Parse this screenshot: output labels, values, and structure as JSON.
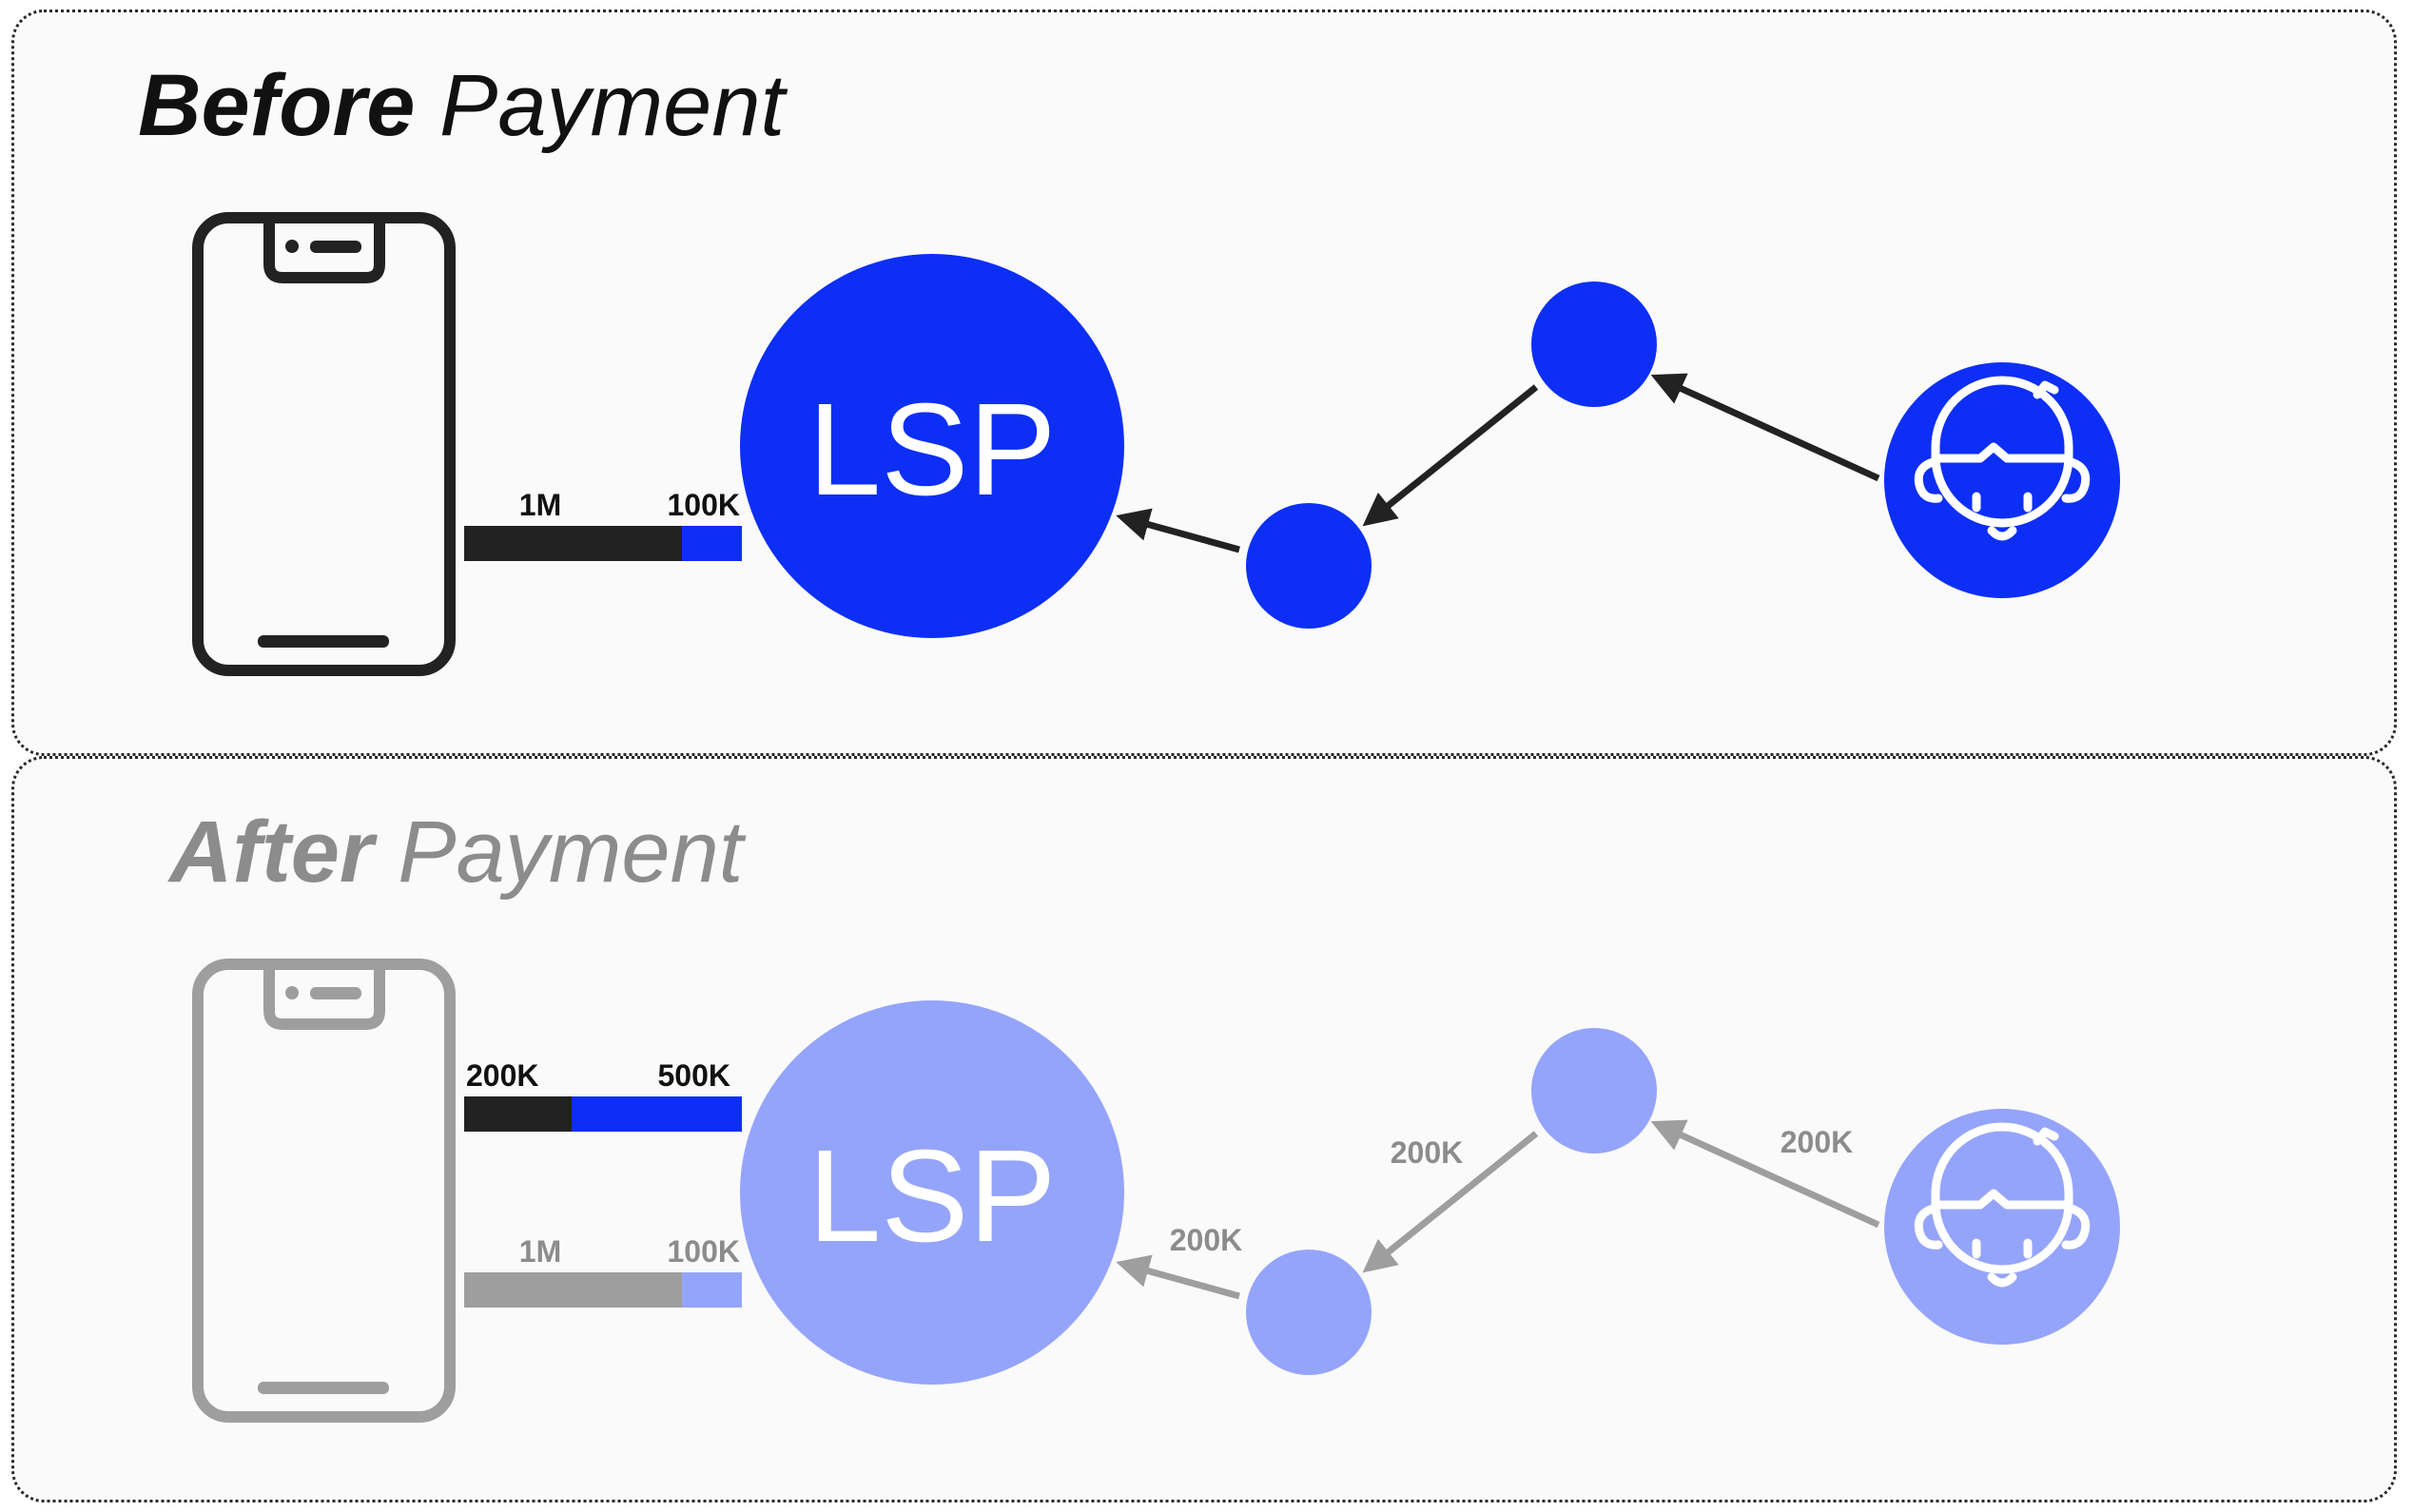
{
  "before": {
    "title_strong": "Before",
    "title_light": "Payment",
    "channel": {
      "left_label": "1M",
      "right_label": "100K"
    },
    "lsp_label": "LSP"
  },
  "after": {
    "title_strong": "After",
    "title_light": "Payment",
    "new_channel": {
      "left_label": "200K",
      "right_label": "500K"
    },
    "old_channel": {
      "left_label": "1M",
      "right_label": "100K"
    },
    "lsp_label": "LSP",
    "hop_amounts": {
      "sender_to_node": "200K",
      "node_to_node": "200K",
      "node_to_lsp": "200K"
    }
  },
  "colors": {
    "blue": "#0d2ff5",
    "light_blue": "#95a4fb",
    "dark": "#222222",
    "gray": "#9e9e9e",
    "gray_text": "#8c8c8c"
  },
  "icons": [
    "phone-icon",
    "person-icon"
  ]
}
